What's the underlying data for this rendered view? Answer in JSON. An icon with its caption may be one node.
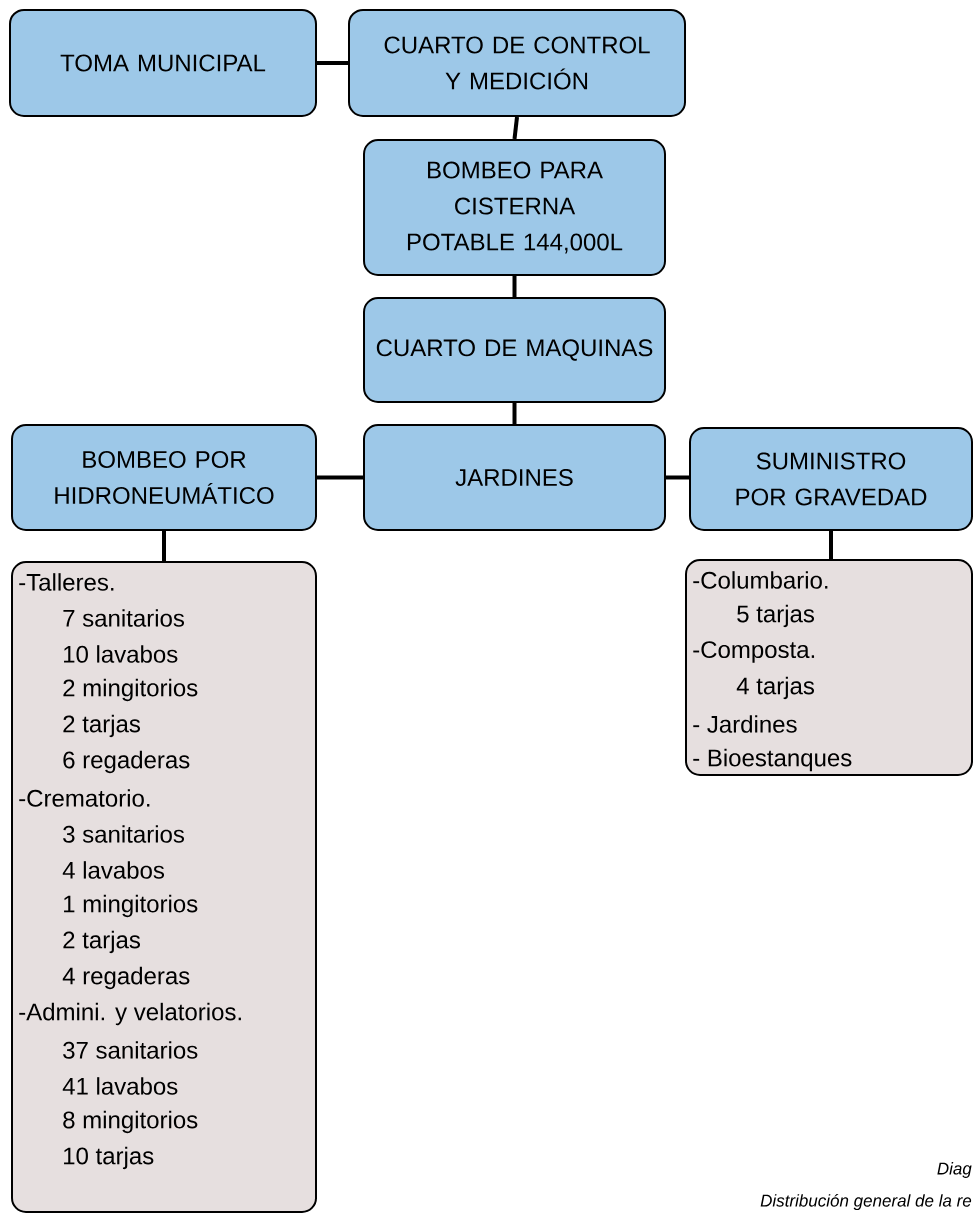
{
  "diagram": {
    "nodes": [
      {
        "text": [
          "TOMA MUNICIPAL"
        ]
      },
      {
        "text": [
          "CUARTO DE CONTROL Y MEDICIÓN"
        ]
      },
      {
        "text": [
          "BOMBEO PARA CISTERNA POTABLE 144,000L"
        ]
      },
      {
        "text": [
          "CUARTO DE MAQUINAS"
        ]
      },
      {
        "text": [
          "BOMBEO POR HIDRONEUMÁTICO"
        ]
      },
      {
        "text": [
          "JARDINES"
        ]
      },
      {
        "text": [
          "SUMINISTRO POR GRAVEDAD"
        ]
      },
      {
        "text": [
          "-Talleres.",
          "7 sanitarios",
          "10 lavabos",
          "2 mingitorios",
          "2 tarjas",
          "6 regaderas",
          "-Crematorio.",
          "3 sanitarios",
          "4 lavabos",
          "1 mingitorios",
          "2 tarjas",
          "4 regaderas",
          "-Admini. y velatorios.",
          "37 sanitarios",
          "41 lavabos",
          "8 mingitorios",
          "10 tarjas"
        ]
      },
      {
        "text": [
          "-Columbario.",
          "5 tarjas",
          "-Composta.",
          "4 tarjas",
          "- Jardines",
          "- Bioestanques"
        ]
      }
    ],
    "edges": [
      {
        "from": 0,
        "to": 1,
        "arrow": "none"
      },
      {
        "from": 1,
        "to": 2,
        "arrow": "none"
      },
      {
        "from": 2,
        "to": 3,
        "arrow": "none"
      },
      {
        "from": 3,
        "to": 5,
        "arrow": "none"
      },
      {
        "from": 4,
        "to": 5,
        "arrow": "none"
      },
      {
        "from": 5,
        "to": 6,
        "arrow": "none"
      },
      {
        "from": 4,
        "to": 7,
        "arrow": "none"
      },
      {
        "from": 6,
        "to": 8,
        "arrow": "none"
      }
    ],
    "labels": [
      "Diag",
      "Distribución general de la re"
    ]
  }
}
